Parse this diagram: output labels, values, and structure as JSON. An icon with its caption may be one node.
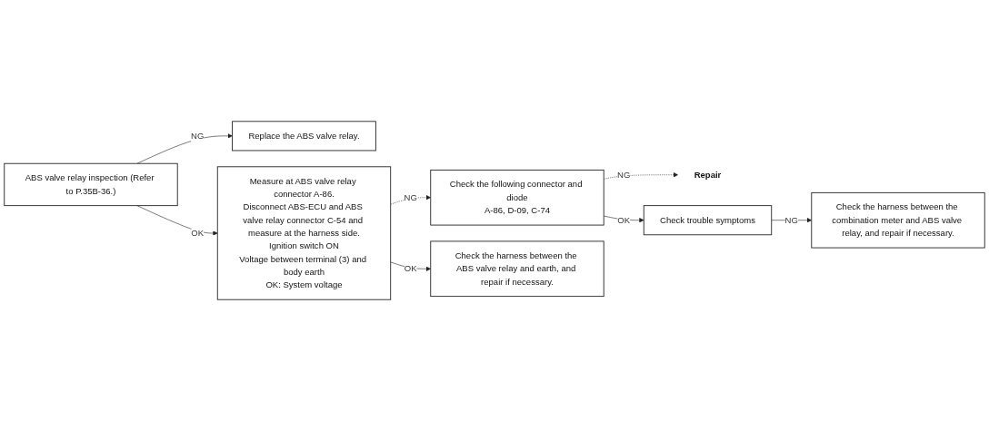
{
  "diagram": {
    "nodes": [
      {
        "text": [
          "ABS valve relay inspection (Refer to P.35B-36.)"
        ]
      },
      {
        "text": [
          "Replace the ABS valve relay."
        ]
      },
      {
        "text": [
          "Measure at ABS valve relay connector A-86.",
          "Disconnect ABS-ECU and ABS valve relay connector C-54 and measure at the harness side.",
          "Ignition switch ON",
          "Voltage between terminal (3) and body earth",
          "OK: System voltage"
        ]
      },
      {
        "text": [
          "Check the following connector and diode",
          "A-86, D-09, C-74"
        ]
      },
      {
        "text": [
          "Repair"
        ]
      },
      {
        "text": [
          "Check trouble symptoms"
        ]
      },
      {
        "text": [
          "Check the harness between the combination meter and ABS valve relay, and repair if necessary."
        ]
      },
      {
        "text": [
          "Check the harness between the ABS valve relay and earth, and repair if necessary."
        ]
      }
    ],
    "edges": [
      {
        "from": 0,
        "to": 1,
        "arrow": "to",
        "label": "NG"
      },
      {
        "from": 0,
        "to": 2,
        "arrow": "to",
        "label": "OK"
      },
      {
        "from": 2,
        "to": 3,
        "arrow": "to",
        "label": "NG",
        "style": "dashed"
      },
      {
        "from": 3,
        "to": 4,
        "arrow": "to",
        "label": "NG",
        "style": "dashed"
      },
      {
        "from": 3,
        "to": 5,
        "arrow": "to",
        "label": "OK"
      },
      {
        "from": 5,
        "to": 6,
        "arrow": "to",
        "label": "NG"
      },
      {
        "from": 2,
        "to": 7,
        "arrow": "to",
        "label": "OK"
      }
    ]
  }
}
